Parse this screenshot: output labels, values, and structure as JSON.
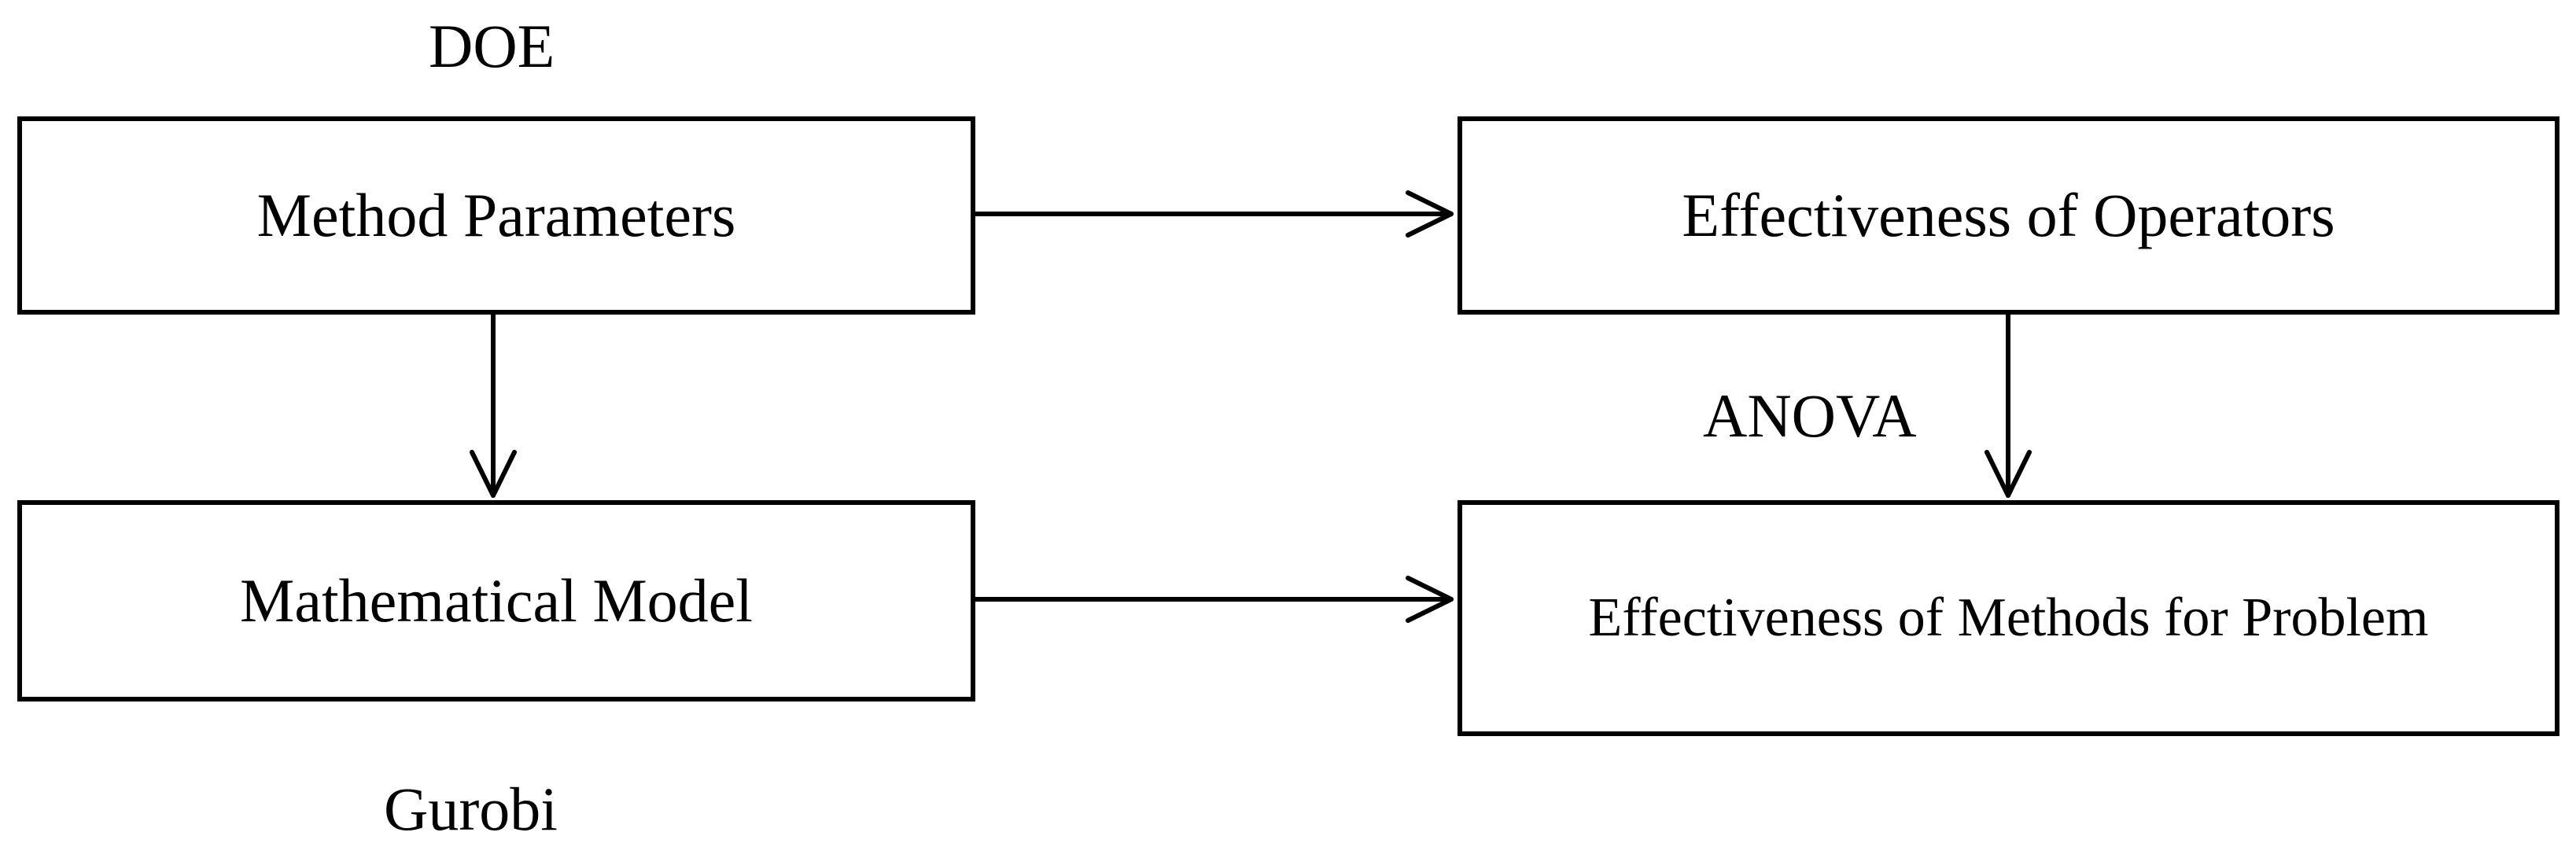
{
  "diagram": {
    "nodes": {
      "method_parameters": "Method Parameters",
      "mathematical_model": "Mathematical Model",
      "effectiveness_operators": "Effectiveness of Operators",
      "effectiveness_methods": "Effectiveness of Methods for Problem"
    },
    "labels": {
      "doe": "DOE",
      "gurobi": "Gurobi",
      "anova": "ANOVA"
    },
    "edges": [
      {
        "from": "method_parameters",
        "to": "effectiveness_operators"
      },
      {
        "from": "method_parameters",
        "to": "mathematical_model"
      },
      {
        "from": "mathematical_model",
        "to": "effectiveness_methods"
      },
      {
        "from": "effectiveness_operators",
        "to": "effectiveness_methods",
        "label": "ANOVA"
      }
    ]
  }
}
